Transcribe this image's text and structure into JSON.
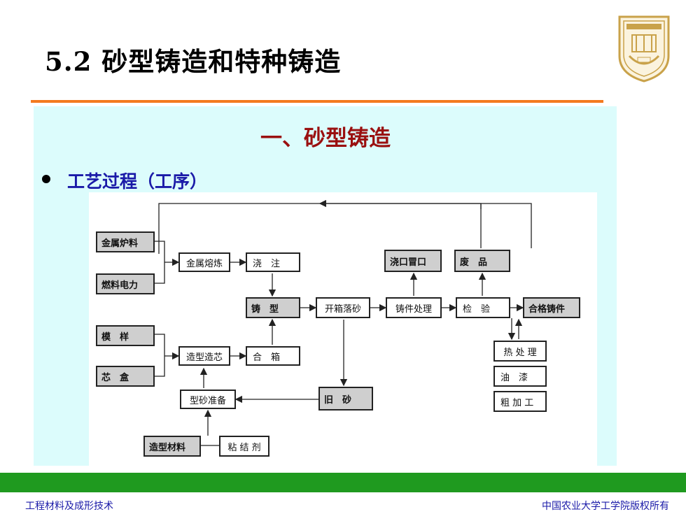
{
  "slide": {
    "title": "5.2 砂型铸造和特种铸造",
    "subtitle": "一、砂型铸造",
    "bullet": "工艺过程（工序）"
  },
  "diagram": {
    "boxes": {
      "metal_charge": "金属炉料",
      "fuel_power": "燃料电力",
      "metal_melting": "金属熔炼",
      "pouring": "浇　注",
      "gate_riser": "浇口冒口",
      "scrap": "废　品",
      "mold": "铸　型",
      "shakeout": "开箱落砂",
      "casting_treat": "铸件处理",
      "inspection": "检　验",
      "qualified": "合格铸件",
      "pattern": "模　样",
      "core_box": "芯　盒",
      "molding_coring": "造型造芯",
      "closing": "合　箱",
      "heat_treat": "热 处 理",
      "painting": "油　漆",
      "rough_machining": "粗 加 工",
      "sand_prep": "型砂准备",
      "old_sand": "旧　砂",
      "molding_material": "造型材料",
      "binder": "粘 结 剂"
    }
  },
  "footer": {
    "left": "工程材料及成形技术",
    "right": "中国农业大学工学院版权所有"
  },
  "colors": {
    "title_text": "#000000",
    "subtitle_text": "#9a1010",
    "bullet_text": "#1a1aa8",
    "accent_line": "#f47a1f",
    "panel_bg": "#dcfcfc",
    "bottom_bar": "#1f9a1f",
    "footer_text": "#1a1aa8"
  }
}
